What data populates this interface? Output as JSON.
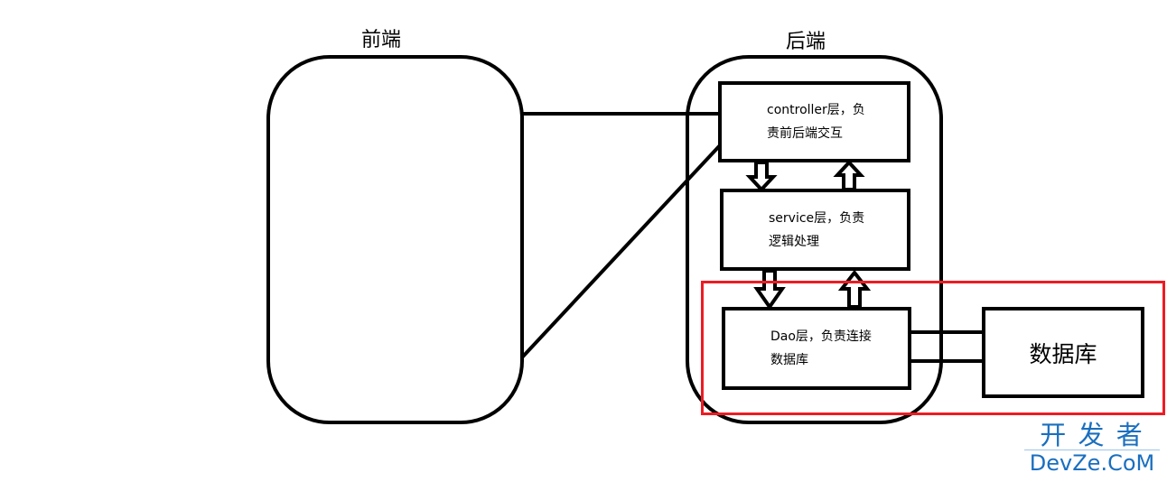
{
  "frontend": {
    "title": "前端"
  },
  "backend": {
    "title": "后端"
  },
  "layers": {
    "controller": "controller层，负责前后端交互",
    "service": "service层，负责逻辑处理",
    "dao": "Dao层，负责连接数据库"
  },
  "database": {
    "label": "数据库"
  },
  "watermark": {
    "cn": "开 发 者",
    "en": "DevZe.CoM"
  },
  "colors": {
    "highlight": "#ed1c24",
    "watermark": "#1a6fbf"
  }
}
